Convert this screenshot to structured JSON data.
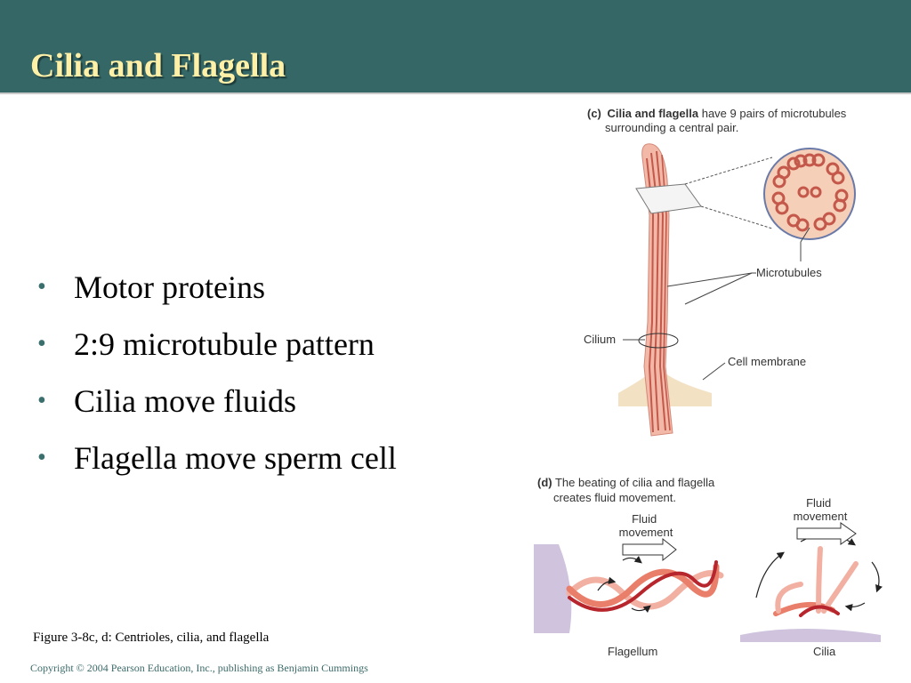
{
  "slide": {
    "title": "Cilia and Flagella",
    "bullets": [
      "Motor proteins",
      "2:9 microtubule pattern",
      "Cilia move fluids",
      "Flagella move sperm cell"
    ],
    "caption": "Figure 3-8c, d: Centrioles, cilia, and flagella",
    "copyright": "Copyright © 2004 Pearson Education, Inc., publishing as Benjamin Cummings"
  },
  "figure": {
    "panel_c": {
      "letter": "(c)",
      "bold": "Cilia and flagella",
      "rest_line1": " have 9 pairs of microtubules",
      "line2": "surrounding a central pair."
    },
    "labels": {
      "microtubules": "Microtubules",
      "cilium": "Cilium",
      "cell_membrane": "Cell membrane"
    },
    "panel_d": {
      "letter": "(d)",
      "line1": " The beating of cilia and flagella",
      "line2": "creates fluid movement."
    },
    "fluid_left": [
      "Fluid",
      "movement"
    ],
    "fluid_right": [
      "Fluid",
      "movement"
    ],
    "flagellum": "Flagellum",
    "cilia": "Cilia"
  },
  "colors": {
    "header": "#346766",
    "title": "#fff0a8",
    "bullet": "#3a6f6e",
    "tubule": "#e08e7f",
    "tubule_dark": "#c4584a",
    "wave_dark": "#b7262c"
  }
}
